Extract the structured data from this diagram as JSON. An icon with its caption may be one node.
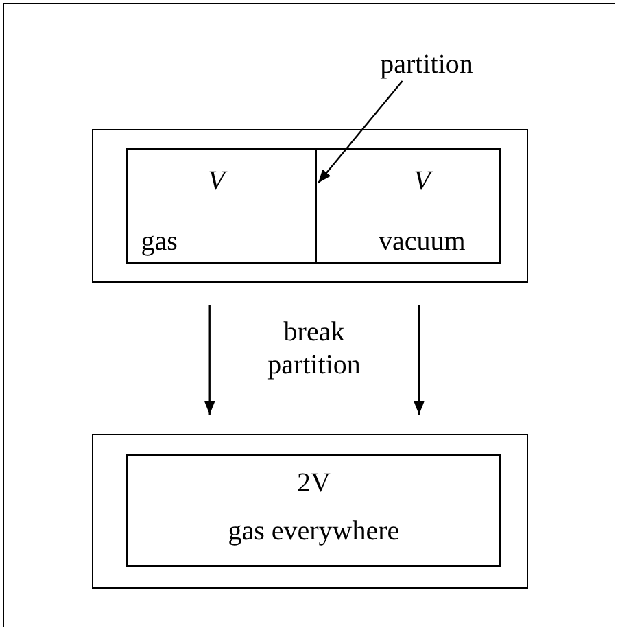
{
  "diagram": {
    "nodes": [
      {
        "text": [],
        "shape": "box"
      },
      {
        "text": [
          "V",
          "gas"
        ],
        "in": 0
      },
      {
        "text": [
          "V",
          "vacuum"
        ],
        "in": 0
      },
      {
        "text": [
          "partition"
        ]
      },
      {
        "text": [],
        "shape": "box"
      },
      {
        "text": [
          "2V",
          "gas everywhere"
        ],
        "in": 4
      }
    ],
    "edges": [
      {
        "from": 3,
        "to": 2,
        "arrow": "to"
      },
      {
        "from": 0,
        "to": 4,
        "arrow": "to"
      },
      {
        "from": 0,
        "to": 4,
        "arrow": "to"
      }
    ],
    "labels": [
      "break partition"
    ]
  }
}
